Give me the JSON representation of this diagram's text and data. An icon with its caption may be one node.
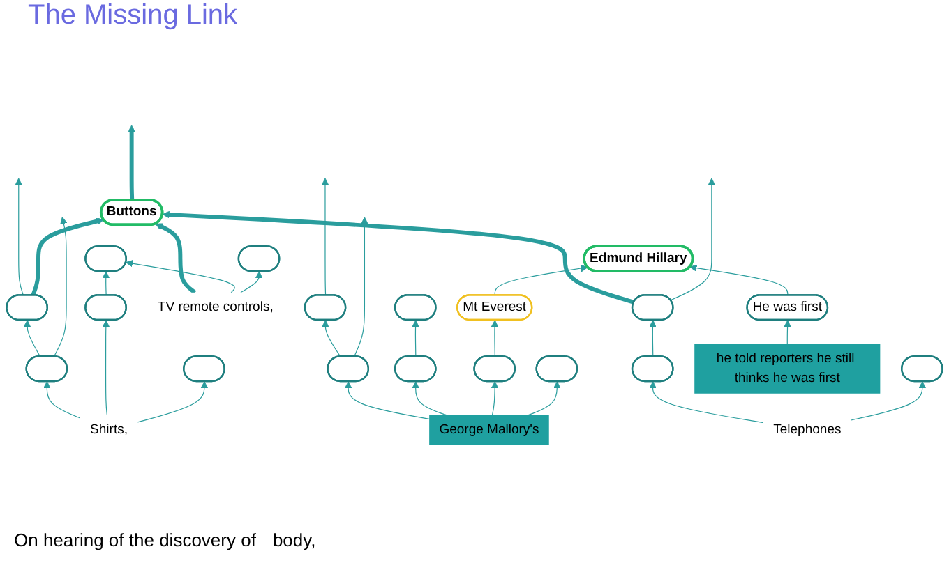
{
  "diagram": {
    "title": "The Missing Link",
    "nodes": [
      {
        "text": [
          "Buttons"
        ]
      },
      {
        "text": [],
        "shape": "ellipse"
      },
      {
        "text": [],
        "shape": "ellipse"
      },
      {
        "text": [],
        "shape": "ellipse"
      },
      {
        "text": [],
        "shape": "ellipse"
      },
      {
        "text": [],
        "shape": "ellipse"
      },
      {
        "text": [],
        "shape": "ellipse"
      },
      {
        "text": [],
        "shape": "ellipse"
      },
      {
        "text": [],
        "shape": "ellipse"
      },
      {
        "text": [],
        "shape": "ellipse"
      },
      {
        "text": [
          "Shirts,"
        ]
      },
      {
        "text": [
          "TV remote controls,"
        ]
      },
      {
        "text": [
          "Telephones"
        ]
      },
      {
        "text": [],
        "shape": "ellipse"
      },
      {
        "text": [],
        "shape": "ellipse"
      },
      {
        "text": [],
        "shape": "ellipse"
      },
      {
        "text": [
          "Mt Everest"
        ]
      },
      {
        "text": [
          "Edmund Hillary"
        ]
      },
      {
        "text": [],
        "shape": "ellipse"
      },
      {
        "text": [],
        "shape": "ellipse"
      },
      {
        "text": [],
        "shape": "ellipse"
      },
      {
        "text": [
          "He was first"
        ]
      },
      {
        "text": [
          "George Mallory's"
        ]
      },
      {
        "text": [
          "he told reporters he still thinks he was first"
        ]
      }
    ],
    "edges": [
      {
        "from": 6,
        "to": 1,
        "arrow": "to"
      },
      {
        "from": 6,
        "to": null,
        "arrow": "to"
      },
      {
        "from": 1,
        "to": null,
        "arrow": "to"
      },
      {
        "from": 1,
        "to": 0,
        "arrow": "to",
        "style": "thick"
      },
      {
        "from": 2,
        "to": 3,
        "arrow": "to"
      },
      {
        "from": 10,
        "to": 6,
        "arrow": "to"
      },
      {
        "from": 10,
        "to": 2,
        "arrow": "to"
      },
      {
        "from": 10,
        "to": 7,
        "arrow": "to"
      },
      {
        "from": 11,
        "to": 0,
        "arrow": "to",
        "style": "thick"
      },
      {
        "from": 11,
        "to": 3,
        "arrow": "to"
      },
      {
        "from": 11,
        "to": 4,
        "arrow": "to"
      },
      {
        "from": 5,
        "to": 0,
        "arrow": "to",
        "style": "thick"
      },
      {
        "from": 0,
        "to": null,
        "arrow": "to",
        "style": "thick"
      },
      {
        "from": 8,
        "to": 5,
        "arrow": "to"
      },
      {
        "from": 5,
        "to": null,
        "arrow": "to"
      },
      {
        "from": 12,
        "to": 8,
        "arrow": "to"
      },
      {
        "from": 12,
        "to": 9,
        "arrow": "to"
      },
      {
        "from": 18,
        "to": 13,
        "arrow": "to"
      },
      {
        "from": 18,
        "to": null,
        "arrow": "to"
      },
      {
        "from": 13,
        "to": null,
        "arrow": "to"
      },
      {
        "from": 19,
        "to": 14,
        "arrow": "to"
      },
      {
        "from": 15,
        "to": 16,
        "arrow": "to"
      },
      {
        "from": 16,
        "to": 17,
        "arrow": "to"
      },
      {
        "from": 21,
        "to": 17,
        "arrow": "to"
      },
      {
        "from": 22,
        "to": 18,
        "arrow": "to"
      },
      {
        "from": 22,
        "to": 19,
        "arrow": "to"
      },
      {
        "from": 22,
        "to": 15,
        "arrow": "to"
      },
      {
        "from": 22,
        "to": 20,
        "arrow": "to"
      },
      {
        "from": 23,
        "to": 21,
        "arrow": "to"
      }
    ],
    "labels": [
      "On hearing of the discovery of",
      "body,"
    ]
  }
}
